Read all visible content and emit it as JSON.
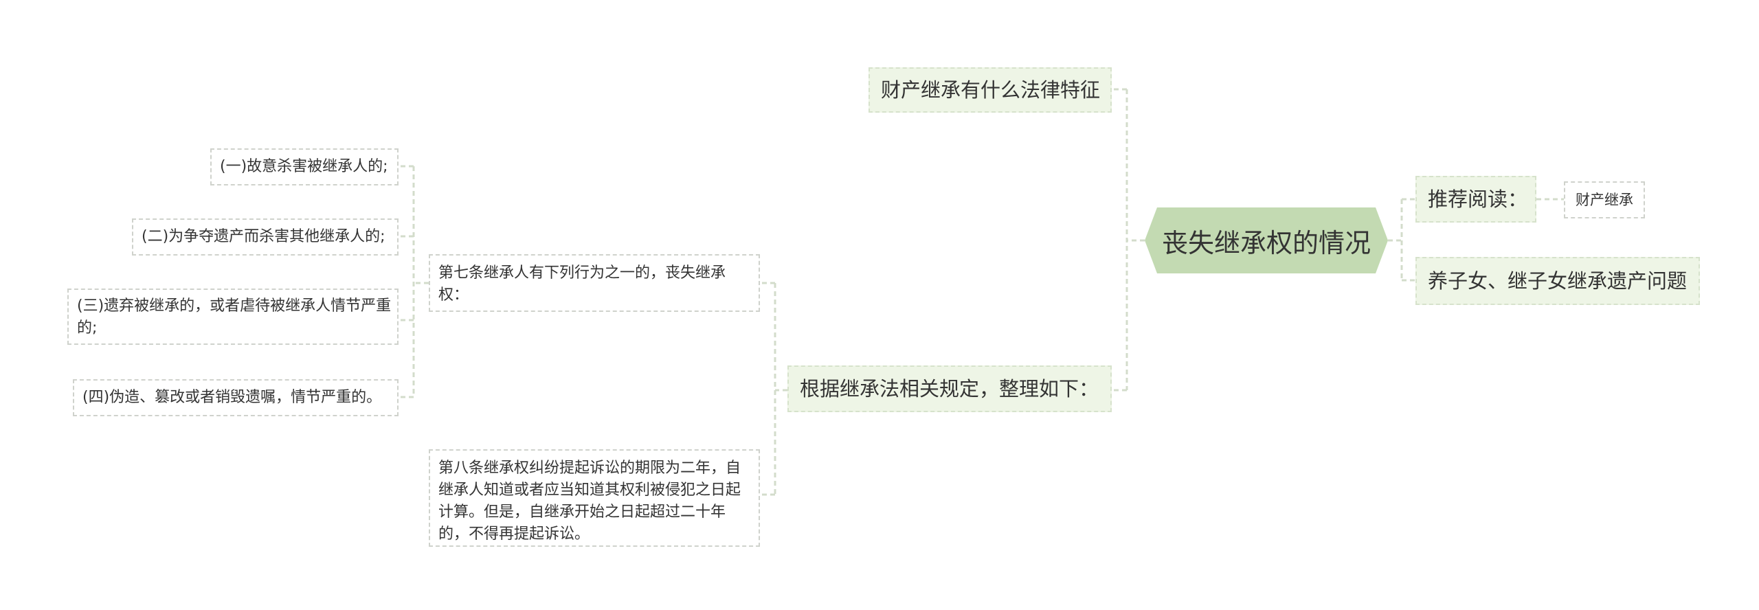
{
  "mindmap": {
    "root": {
      "label": "丧失继承权的情况"
    },
    "left_branches": [
      {
        "label": "财产继承有什么法律特征"
      },
      {
        "label": "根据继承法相关规定，整理如下：",
        "children": [
          {
            "label": "第七条继承人有下列行为之一的，丧失继承权：",
            "children": [
              {
                "label": "(一)故意杀害被继承人的;"
              },
              {
                "label": "(二)为争夺遗产而杀害其他继承人的;"
              },
              {
                "label": "(三)遗弃被继承的，或者虐待被继承人情节严重的;"
              },
              {
                "label": "(四)伪造、篡改或者销毁遗嘱，情节严重的。"
              }
            ]
          },
          {
            "label": "第八条继承权纠纷提起诉讼的期限为二年，自继承人知道或者应当知道其权利被侵犯之日起计算。但是，自继承开始之日起超过二十年的，不得再提起诉讼。"
          }
        ]
      }
    ],
    "right_branches": [
      {
        "label": "推荐阅读：",
        "children": [
          {
            "label": "财产继承"
          }
        ]
      },
      {
        "label": "养子女、继子女继承遗产问题"
      }
    ]
  },
  "colors": {
    "root_fill": "#c3dab2",
    "branch_fill": "#eef5e6",
    "connector": "#d3dccb",
    "border": "#cfd2cc",
    "text": "#333333"
  }
}
